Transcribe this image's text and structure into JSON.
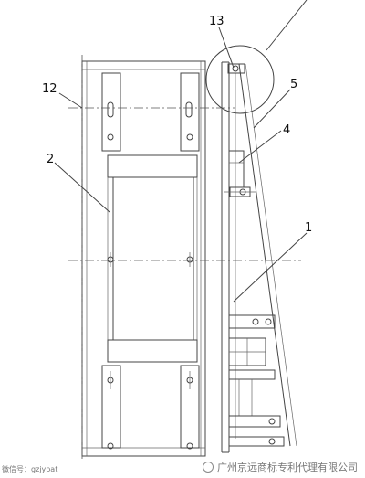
{
  "labels": {
    "l13": "13",
    "l12": "12",
    "l5": "5",
    "l4": "4",
    "l2": "2",
    "l1": "1"
  },
  "watermark": {
    "company": "广州京远商标专利代理有限公司",
    "left_mark": "微信号：gzjypat"
  },
  "colors": {
    "line": "#444444",
    "background": "#ffffff"
  }
}
